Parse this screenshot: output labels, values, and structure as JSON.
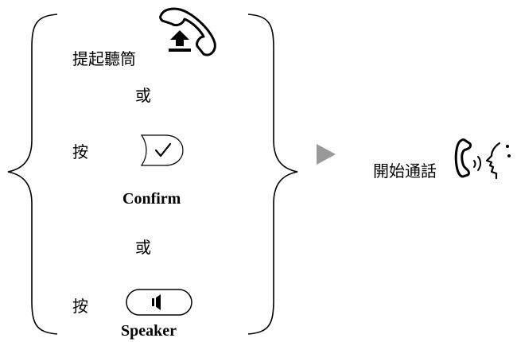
{
  "options": {
    "lift_handset_text": "提起聽筒",
    "or_text_1": "或",
    "press_text_1": "按",
    "confirm_label": "Confirm",
    "or_text_2": "或",
    "press_text_2": "按",
    "speaker_label": "Speaker"
  },
  "result": {
    "start_call_text": "開始通話"
  },
  "icons": {
    "lift_handset": "handset-lift-icon",
    "confirm": "checkmark-icon",
    "speaker": "speaker-icon",
    "arrow": "play-arrow-icon",
    "talking": "talking-handset-icon"
  },
  "colors": {
    "arrow": "#999999",
    "ink": "#000000"
  }
}
